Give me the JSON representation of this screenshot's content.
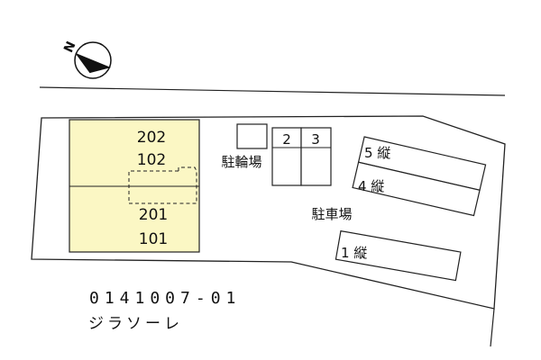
{
  "compass": {
    "north_label": "N",
    "icon": "north-arrow-icon"
  },
  "building": {
    "unit_202": "202",
    "unit_102": "102",
    "unit_201": "201",
    "unit_101": "101",
    "fill_color": "#fbf7c4"
  },
  "bicycle_parking": {
    "label": "駐輪場"
  },
  "parking": {
    "label": "駐車場",
    "spaces": [
      "1 縦",
      "2",
      "3",
      "4 縦",
      "5 縦"
    ]
  },
  "property": {
    "code": "0141007-01",
    "name": "ジラソーレ"
  }
}
